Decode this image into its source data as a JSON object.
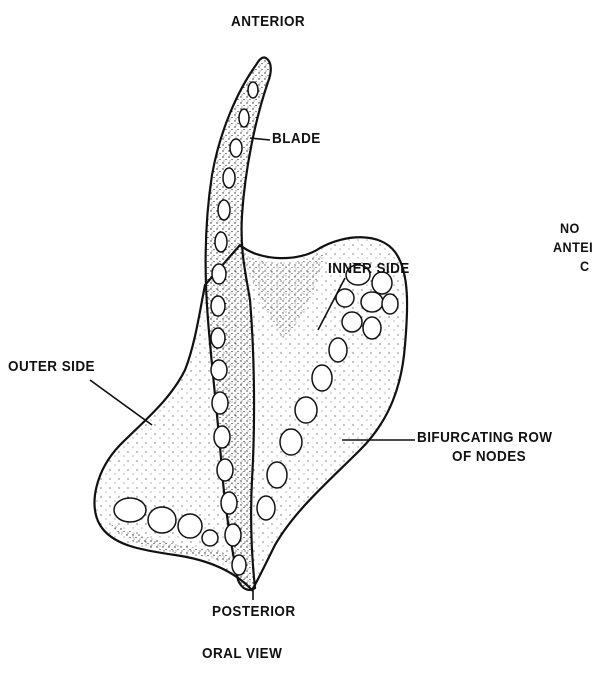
{
  "diagram": {
    "labels": {
      "anterior": "ANTERIOR",
      "blade": "BLADE",
      "inner_side": "INNER SIDE",
      "outer_side": "OUTER SIDE",
      "bifurcating_row_1": "BIFURCATING ROW",
      "bifurcating_row_2": "OF NODES",
      "posterior": "POSTERIOR",
      "view": "ORAL VIEW"
    },
    "cutoff_text": {
      "line1": "NO",
      "line2": "ANTEI",
      "line3": "C"
    },
    "colors": {
      "ink": "#111111",
      "stipple": "#333333",
      "background": "#ffffff"
    }
  }
}
